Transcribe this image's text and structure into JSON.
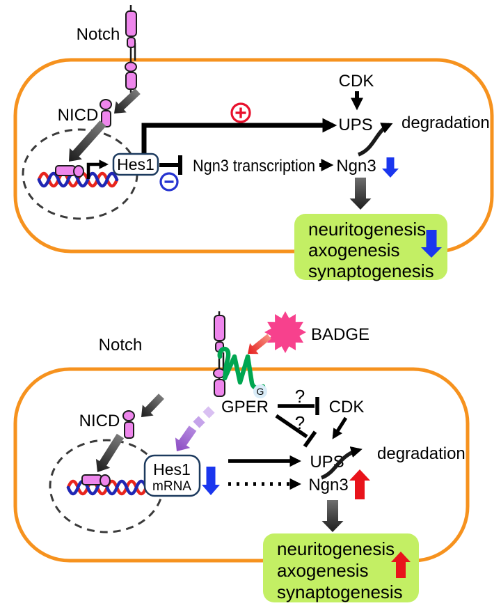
{
  "colors": {
    "membrane": "#F6921E",
    "receptor_pink": "#EE86EC",
    "gper_green": "#00A651",
    "badge_pink": "#F7418D",
    "badge_border": "#DD1468",
    "outcome_green": "#C3EF64",
    "down_blue": "#1A36EE",
    "up_red": "#E8131B",
    "activate_red": "#E8112D",
    "inhibit_blue": "#2533D0",
    "dna_red": "#E8251D",
    "dna_blue": "#2027B4",
    "box_navy": "#1C3A5E",
    "g_circle_fill": "#D9ECF8",
    "g_circle_border": "#4D96D0"
  },
  "panels": {
    "top": {
      "notch": "Notch",
      "nicd": "NICD",
      "hes1": "Hes1",
      "ngn3_transcription": "Ngn3 transcription",
      "ngn3": "Ngn3",
      "cdk": "CDK",
      "ups": "UPS",
      "degradation": "degradation",
      "outcomes": [
        "neuritogenesis",
        "axogenesis",
        "synaptogenesis"
      ]
    },
    "bottom": {
      "notch": "Notch",
      "nicd": "NICD",
      "badge": "BADGE",
      "gper": "GPER",
      "g": "G",
      "hes1": "Hes1",
      "mrna": "mRNA",
      "q1": "?",
      "q2": "?",
      "cdk": "CDK",
      "ups": "UPS",
      "ngn3": "Ngn3",
      "degradation": "degradation",
      "outcomes": [
        "neuritogenesis",
        "axogenesis",
        "synaptogenesis"
      ]
    }
  }
}
